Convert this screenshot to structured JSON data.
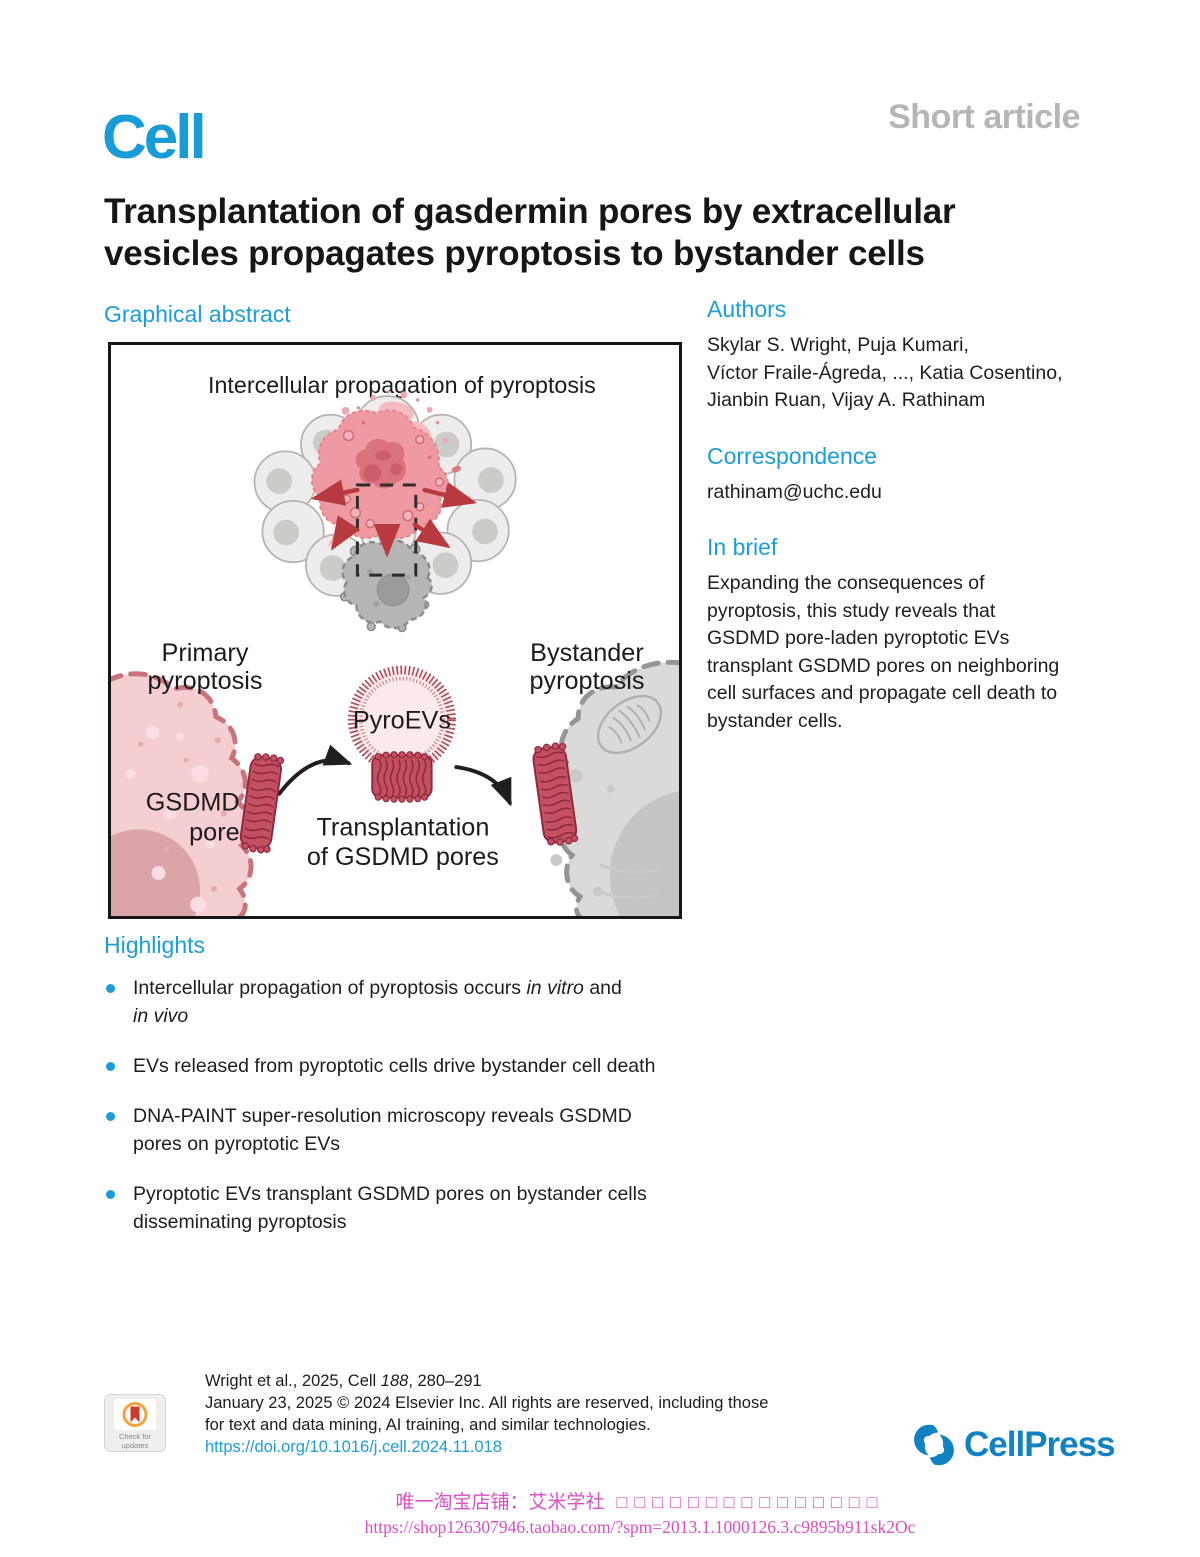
{
  "header": {
    "journal_logo": "Cell",
    "article_type": "Short article",
    "title_line1": "Transplantation of gasdermin pores by extracellular",
    "title_line2": "vesicles propagates pyroptosis to bystander cells"
  },
  "graphical_abstract": {
    "heading": "Graphical abstract",
    "panel_title": "Intercellular propagation of pyroptosis",
    "primary_label_line1": "Primary",
    "primary_label_line2": "pyroptosis",
    "bystander_label_line1": "Bystander",
    "bystander_label_line2": "pyroptosis",
    "gsdmd_label_line1": "GSDMD",
    "gsdmd_label_line2": "pore",
    "vesicle_label": "PyroEVs",
    "transplant_label_line1": "Transplantation",
    "transplant_label_line2": "of GSDMD pores"
  },
  "authors": {
    "heading": "Authors",
    "line1": "Skylar S. Wright, Puja Kumari,",
    "line2": "Víctor Fraile-Ágreda, ..., Katia Cosentino,",
    "line3": "Jianbin Ruan, Vijay A. Rathinam"
  },
  "correspondence": {
    "heading": "Correspondence",
    "email": "rathinam@uchc.edu"
  },
  "in_brief": {
    "heading": "In brief",
    "line1": "Expanding the consequences of",
    "line2": "pyroptosis, this study reveals that",
    "line3": "GSDMD pore-laden pyroptotic EVs",
    "line4": "transplant GSDMD pores on neighboring",
    "line5": "cell surfaces and propagate cell death to",
    "line6": "bystander cells."
  },
  "highlights": {
    "heading": "Highlights",
    "item1": {
      "part1": "Intercellular propagation of pyroptosis occurs ",
      "italic1": "in vitro",
      "part2": " and",
      "italic2": "in vivo"
    },
    "item2": "EVs released from pyroptotic cells drive bystander cell death",
    "item3_line1": "DNA-PAINT super-resolution microscopy reveals GSDMD",
    "item3_line2": "pores on pyroptotic EVs",
    "item4_line1": "Pyroptotic EVs transplant GSDMD pores on bystander cells",
    "item4_line2": "disseminating pyroptosis"
  },
  "footer": {
    "citation_prefix": "Wright et al., 2025, Cell ",
    "citation_volume": "188",
    "citation_suffix": ", 280–291",
    "rights_line1": "January 23, 2025 © 2024 Elsevier Inc. All rights are reserved, including those",
    "rights_line2": "for text and data mining, AI training, and similar technologies.",
    "doi": "https://doi.org/10.1016/j.cell.2024.11.018",
    "update_badge_line1": "Check for",
    "update_badge_line2": "updates",
    "publisher": "CellPress"
  },
  "watermark": {
    "shop_text": "唯一淘宝店铺：艾米学社",
    "boxes": "□□□□□□□□□□□□□□□",
    "url": "https://shop126307946.taobao.com/?spm=2013.1.1000126.3.c9895b911sk2Oc"
  },
  "colors": {
    "accent_blue": "#1b9dd9",
    "logo_blue": "#189cd8",
    "publisher_blue": "#1082c3",
    "muted_gray": "#b5b5b5",
    "watermark_magenta": "#d94fc4",
    "pore_red": "#c44f63",
    "arrow_red": "#b63a3f",
    "primary_cell_pink": "#f5ced2",
    "bystander_cell_gray": "#dbdad8"
  }
}
